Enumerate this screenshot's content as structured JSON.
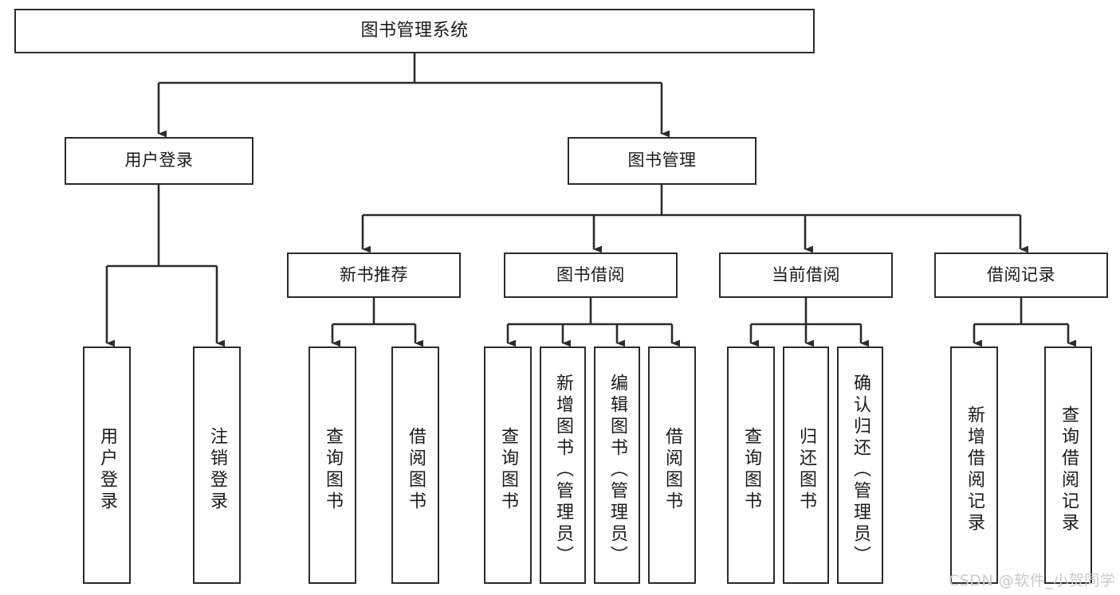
{
  "diagram": {
    "title": "图书管理系统",
    "type": "tree-hierarchy-chart",
    "root": {
      "label": "图书管理系统"
    },
    "level1": [
      {
        "label": "用户登录"
      },
      {
        "label": "图书管理"
      }
    ],
    "level2": [
      {
        "label": "新书推荐"
      },
      {
        "label": "图书借阅"
      },
      {
        "label": "当前借阅"
      },
      {
        "label": "借阅记录"
      }
    ],
    "leaves": {
      "user_login": [
        {
          "label": "用户登录"
        },
        {
          "label": "注销登录"
        }
      ],
      "new_book_recommend": [
        {
          "label": "查询图书"
        },
        {
          "label": "借阅图书"
        }
      ],
      "book_borrow": [
        {
          "label": "查询图书"
        },
        {
          "label": "新增图书（管理员）"
        },
        {
          "label": "编辑图书（管理员）"
        },
        {
          "label": "借阅图书"
        }
      ],
      "current_borrow": [
        {
          "label": "查询图书"
        },
        {
          "label": "归还图书"
        },
        {
          "label": "确认归还（管理员）"
        }
      ],
      "borrow_record": [
        {
          "label": "新增借阅记录"
        },
        {
          "label": "查询借阅记录"
        }
      ]
    }
  },
  "watermark": {
    "text": "CSDN @软件_小贺同学"
  },
  "colors": {
    "background": "#ffffff",
    "stroke": "#2b2b2b",
    "text": "#1a1a1a",
    "watermark": "#c9c9c9"
  }
}
